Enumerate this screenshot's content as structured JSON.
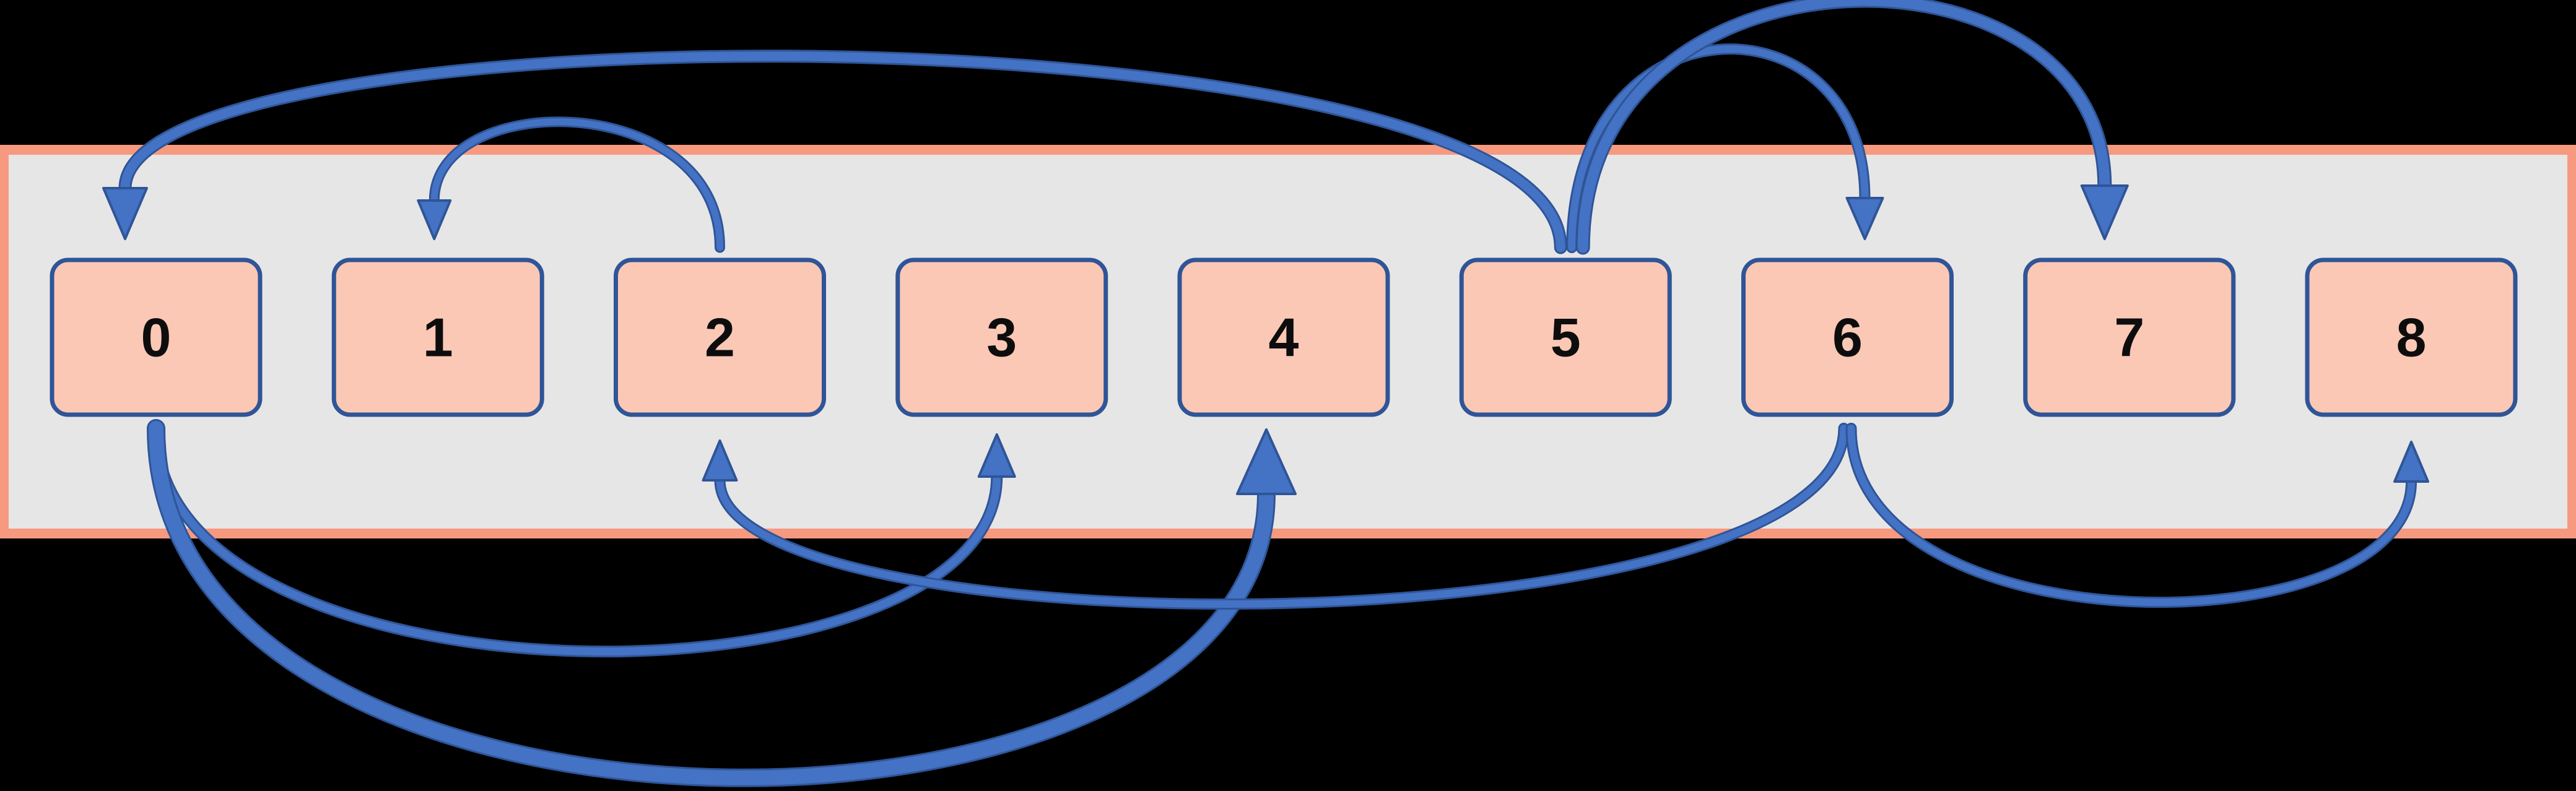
{
  "diagram": {
    "type": "array-with-jump-arrows",
    "cells": [
      {
        "label": "0"
      },
      {
        "label": "1"
      },
      {
        "label": "2"
      },
      {
        "label": "3"
      },
      {
        "label": "4"
      },
      {
        "label": "5"
      },
      {
        "label": "6"
      },
      {
        "label": "7"
      },
      {
        "label": "8"
      }
    ],
    "edges": [
      {
        "from": 5,
        "to": 0,
        "side": "top",
        "thickness": "thick"
      },
      {
        "from": 2,
        "to": 1,
        "side": "top",
        "thickness": "thin"
      },
      {
        "from": 5,
        "to": 6,
        "side": "top",
        "thickness": "thin"
      },
      {
        "from": 5,
        "to": 7,
        "side": "top",
        "thickness": "thick"
      },
      {
        "from": 0,
        "to": 3,
        "side": "bottom",
        "thickness": "thin"
      },
      {
        "from": 0,
        "to": 4,
        "side": "bottom",
        "thickness": "thickest"
      },
      {
        "from": 6,
        "to": 2,
        "side": "bottom",
        "thickness": "thin"
      },
      {
        "from": 6,
        "to": 8,
        "side": "bottom",
        "thickness": "thin"
      }
    ],
    "colors": {
      "background": "#000000",
      "band_fill": "#E7E6E6",
      "band_border": "#F6997F",
      "cell_fill": "#FBC8B6",
      "cell_border": "#2F5597",
      "arrow_fill": "#4472C4",
      "arrow_outline": "#2F5597",
      "label_color": "#0D0D0D"
    }
  }
}
